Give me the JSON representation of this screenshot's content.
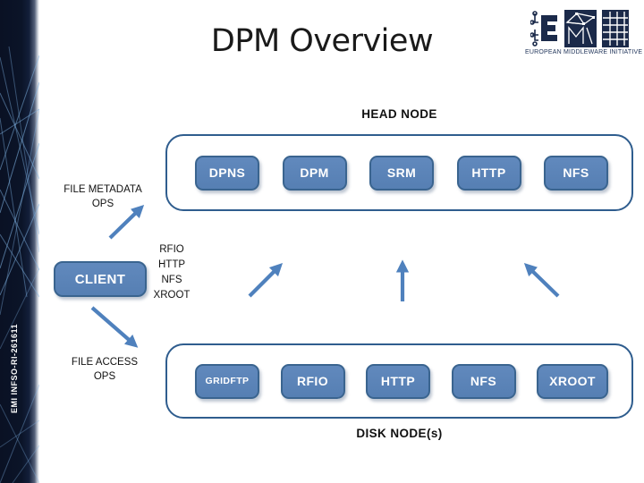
{
  "title": "DPM Overview",
  "logo": {
    "caption": "EUROPEAN MIDDLEWARE INITIATIVE"
  },
  "sidebar": {
    "project_code": "EMI INFSO-RI-261611"
  },
  "head_node": {
    "label": "HEAD NODE",
    "services": [
      "DPNS",
      "DPM",
      "SRM",
      "HTTP",
      "NFS"
    ]
  },
  "disk_node": {
    "label": "DISK NODE(s)",
    "services": [
      "GRIDFTP",
      "RFIO",
      "HTTP",
      "NFS",
      "XROOT"
    ]
  },
  "client": {
    "label": "CLIENT",
    "protocols": [
      "RFIO",
      "HTTP",
      "NFS",
      "XROOT"
    ]
  },
  "annotations": {
    "file_metadata_ops_line1": "FILE METADATA",
    "file_metadata_ops_line2": "OPS",
    "file_access_ops_line1": "FILE ACCESS",
    "file_access_ops_line2": "OPS"
  },
  "colors": {
    "button_fill": "#5b83b8",
    "button_border": "#3a648f",
    "container_border": "#2f5d8e",
    "arrow": "#4f81bd",
    "sidebar_bg": "#0b1226",
    "title_text": "#1a1a1a"
  }
}
